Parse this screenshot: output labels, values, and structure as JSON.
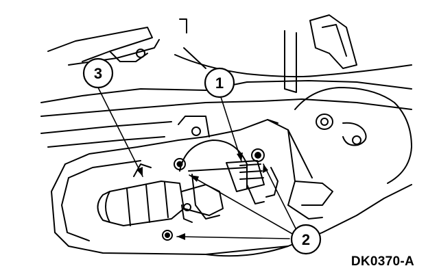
{
  "figure": {
    "id": "DK0370-A",
    "callouts": [
      {
        "number": "1"
      },
      {
        "number": "2"
      },
      {
        "number": "3"
      }
    ]
  }
}
